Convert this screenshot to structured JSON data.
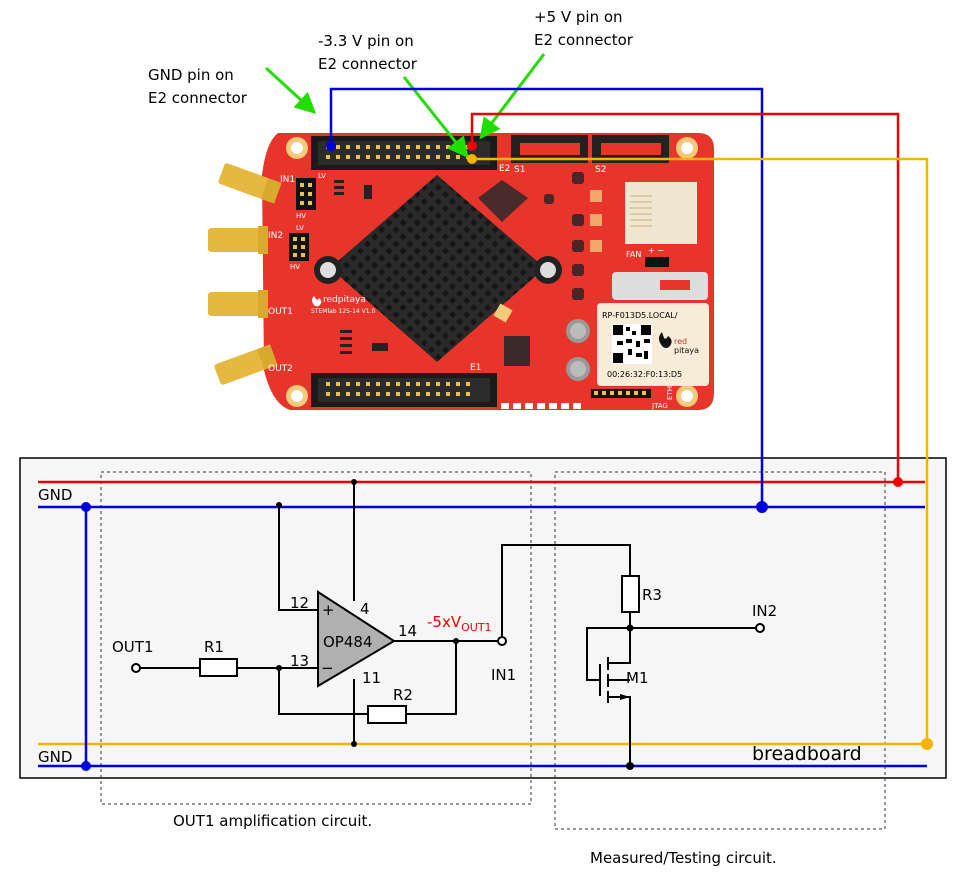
{
  "annotations": {
    "gnd_pin": [
      "GND pin on",
      "E2 connector"
    ],
    "neg33_pin": [
      "-3.3 V pin on",
      "E2 connector"
    ],
    "pos5_pin": [
      "+5 V pin on",
      "E2 connector"
    ]
  },
  "board": {
    "connector_top": "E2",
    "connector_bottom": "E1",
    "sata1": "S1",
    "sata2": "S2",
    "in1": "IN1",
    "in2": "IN2",
    "out1": "OUT1",
    "out2": "OUT2",
    "lv1": "LV",
    "hv1": "HV",
    "lv2": "LV",
    "hv2": "HV",
    "brand": "redpitaya",
    "model": "STEMlab 125-14 V1.0",
    "fan": "FAN",
    "fan_pol": "+ −",
    "hostname": "RP-F013D5.LOCAL/",
    "mac": "00:26:32:F0:13:D5",
    "logo_word1": "red",
    "logo_word2": "pitaya",
    "eth": "ETH",
    "jtag": "JTAG"
  },
  "schematic": {
    "gnd_top": "GND",
    "gnd_bottom": "GND",
    "out1": "OUT1",
    "r1": "R1",
    "r2": "R2",
    "r3": "R3",
    "opamp": "OP484",
    "pin12": "12",
    "pin13": "13",
    "pin4": "4",
    "pin11": "11",
    "pin14": "14",
    "plus": "+",
    "minus": "−",
    "out_v_main": "-5xV",
    "out_v_sub": "OUT1",
    "in1": "IN1",
    "in2": "IN2",
    "m1": "M1",
    "breadboard": "breadboard",
    "caption_left": "OUT1 amplification circuit.",
    "caption_right": "Measured/Testing circuit."
  },
  "colors": {
    "red_wire": "#ee0000",
    "blue_wire": "#0000dd",
    "orange_wire": "#f5b400",
    "arrow_green": "#22dd00",
    "board_red": "#e8352c"
  }
}
